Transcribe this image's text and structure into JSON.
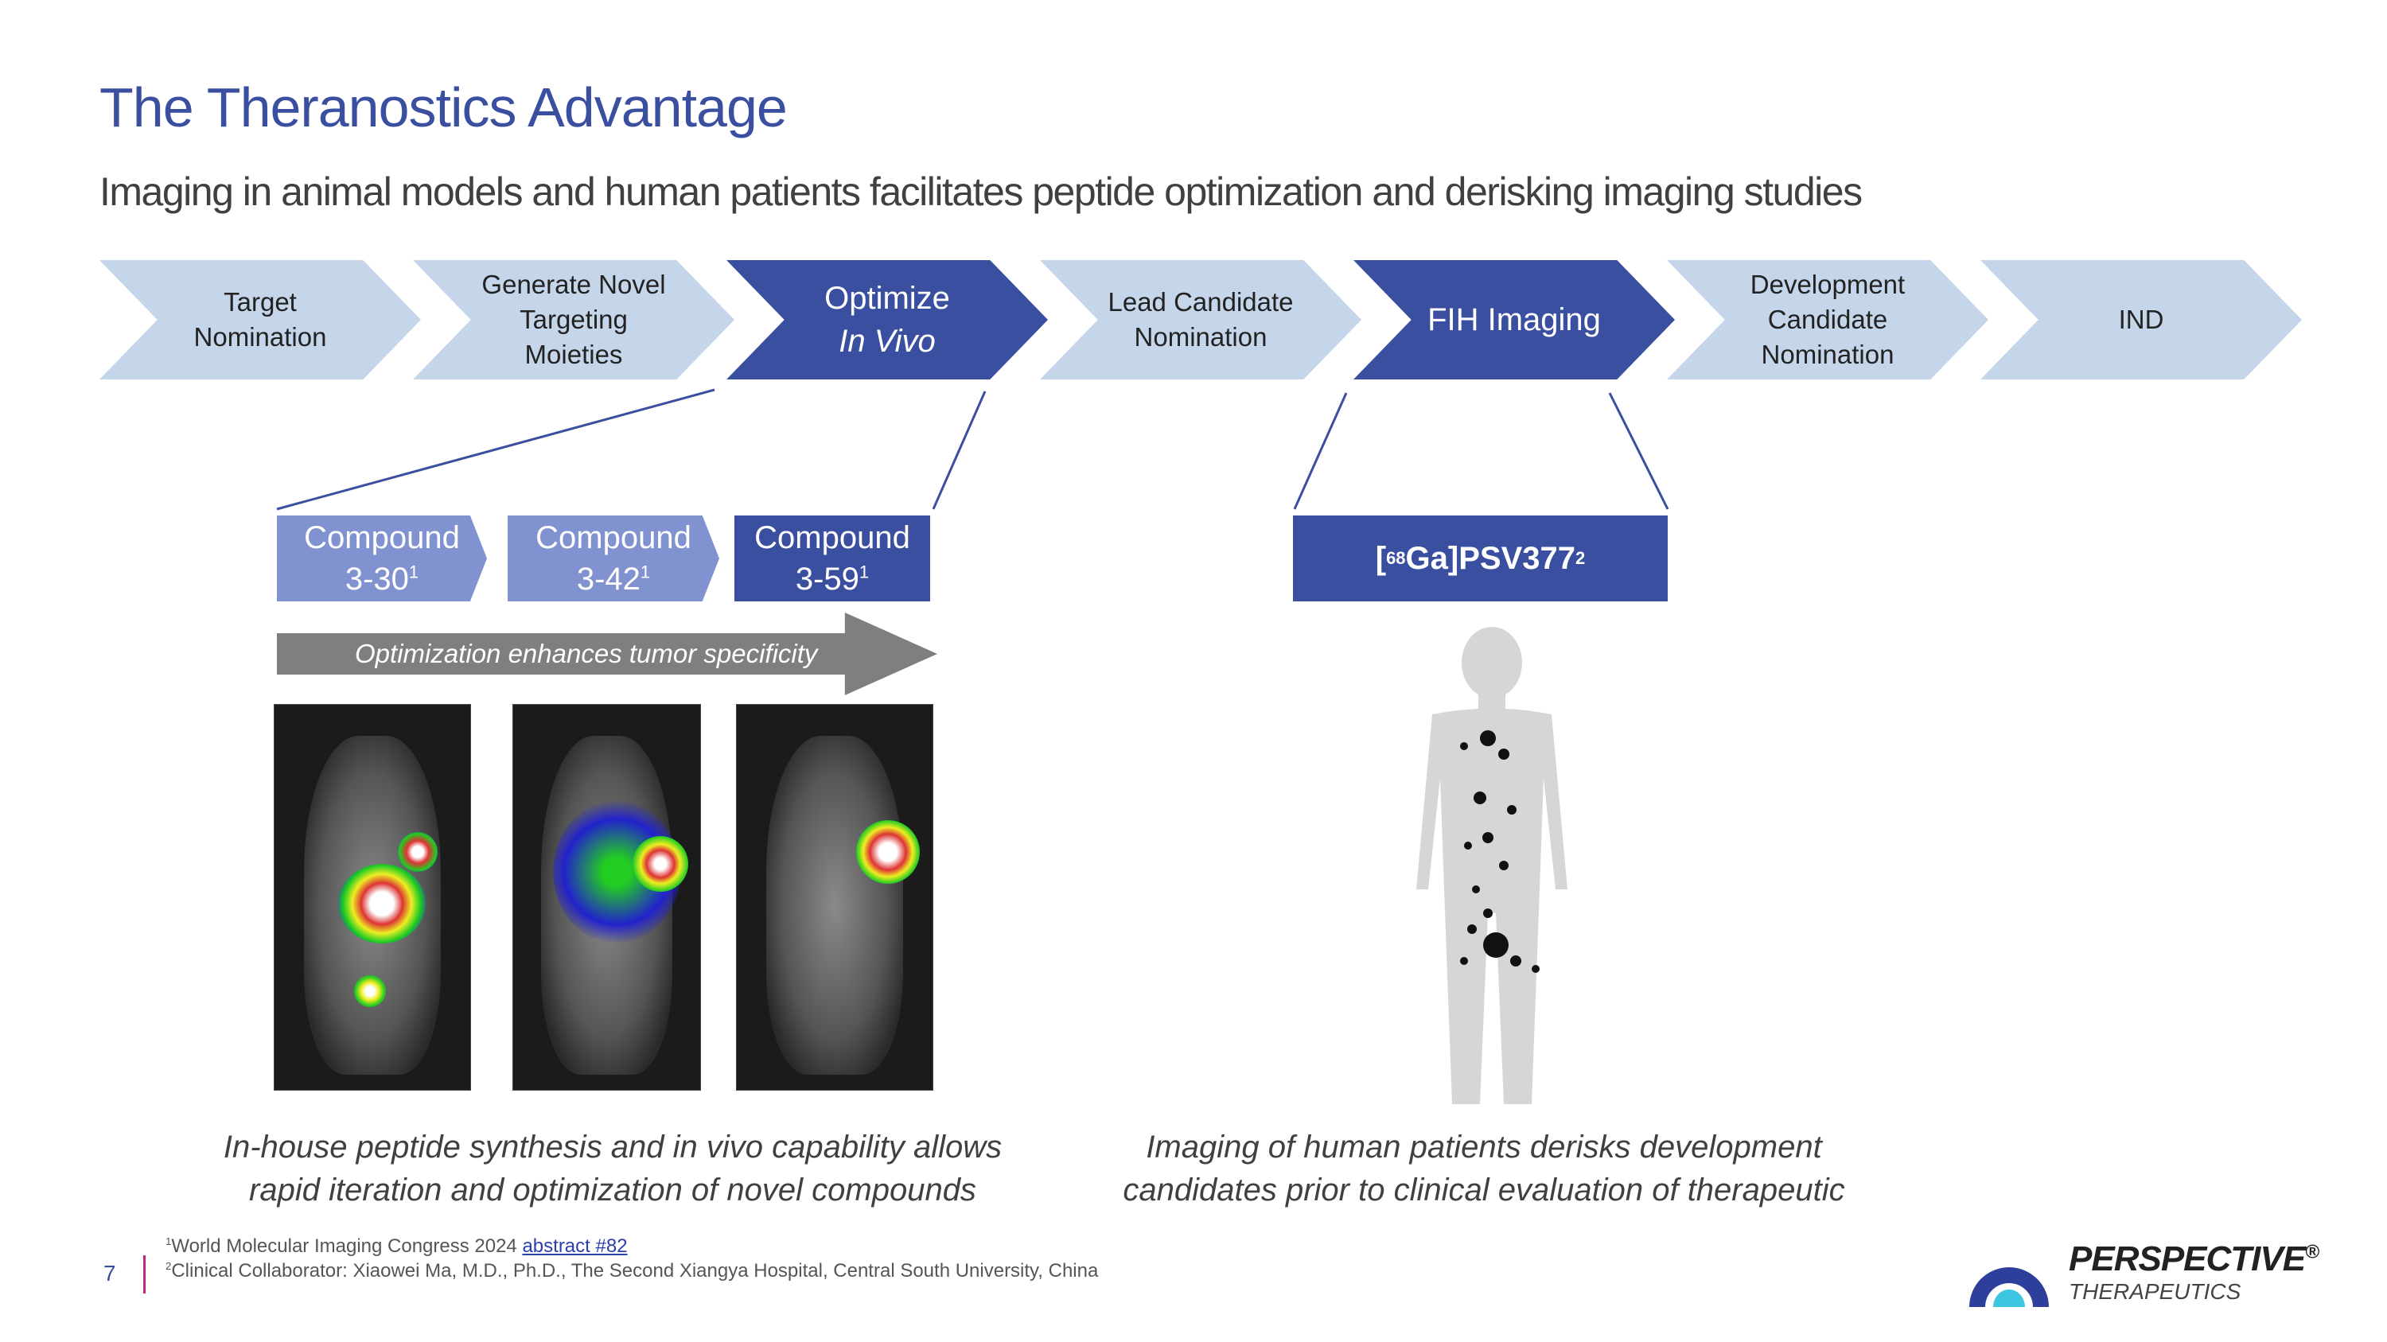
{
  "title": "The Theranostics Advantage",
  "subtitle": "Imaging in animal models and human patients facilitates peptide optimization and derisking imaging studies",
  "pipeline": [
    {
      "line1": "Target",
      "line2": "Nomination",
      "line3": ""
    },
    {
      "line1": "Generate Novel",
      "line2": "Targeting",
      "line3": "Moieties"
    },
    {
      "line1": "Optimize",
      "line2": "In Vivo",
      "line3": ""
    },
    {
      "line1": "Lead Candidate",
      "line2": "Nomination",
      "line3": ""
    },
    {
      "line1": "FIH Imaging",
      "line2": "",
      "line3": ""
    },
    {
      "line1": "Development",
      "line2": "Candidate",
      "line3": "Nomination"
    },
    {
      "line1": "IND",
      "line2": "",
      "line3": ""
    }
  ],
  "compounds": [
    {
      "label": "Compound",
      "id": "3-30",
      "ref": "1"
    },
    {
      "label": "Compound",
      "id": "3-42",
      "ref": "1"
    },
    {
      "label": "Compound",
      "id": "3-59",
      "ref": "1"
    }
  ],
  "human_compound": {
    "pre": "[",
    "isotope": "68",
    "main": "Ga]PSV377",
    "ref": "2"
  },
  "optimization_arrow": "Optimization enhances tumor specificity",
  "captions": {
    "left": [
      "In-house peptide synthesis and in vivo capability allows",
      "rapid iteration and optimization of novel compounds"
    ],
    "right": [
      "Imaging of human patients derisks development",
      "candidates prior to clinical evaluation of therapeutic"
    ]
  },
  "footer": {
    "page_number": "7",
    "footnotes": [
      {
        "num": "1",
        "text": "World Molecular Imaging Congress 2024 ",
        "link": "abstract #82"
      },
      {
        "num": "2",
        "text": "Clinical Collaborator: Xiaowei Ma, M.D., Ph.D., The Second Xiangya Hospital, Central South University, China"
      }
    ]
  },
  "logo": {
    "name": "PERSPECTIVE",
    "sub": "THERAPEUTICS",
    "mark": "®"
  },
  "colors": {
    "dark": "#3a4fa0",
    "light": "#c6d6ea",
    "compound": "#8192d0",
    "accent": "#c0267a"
  }
}
